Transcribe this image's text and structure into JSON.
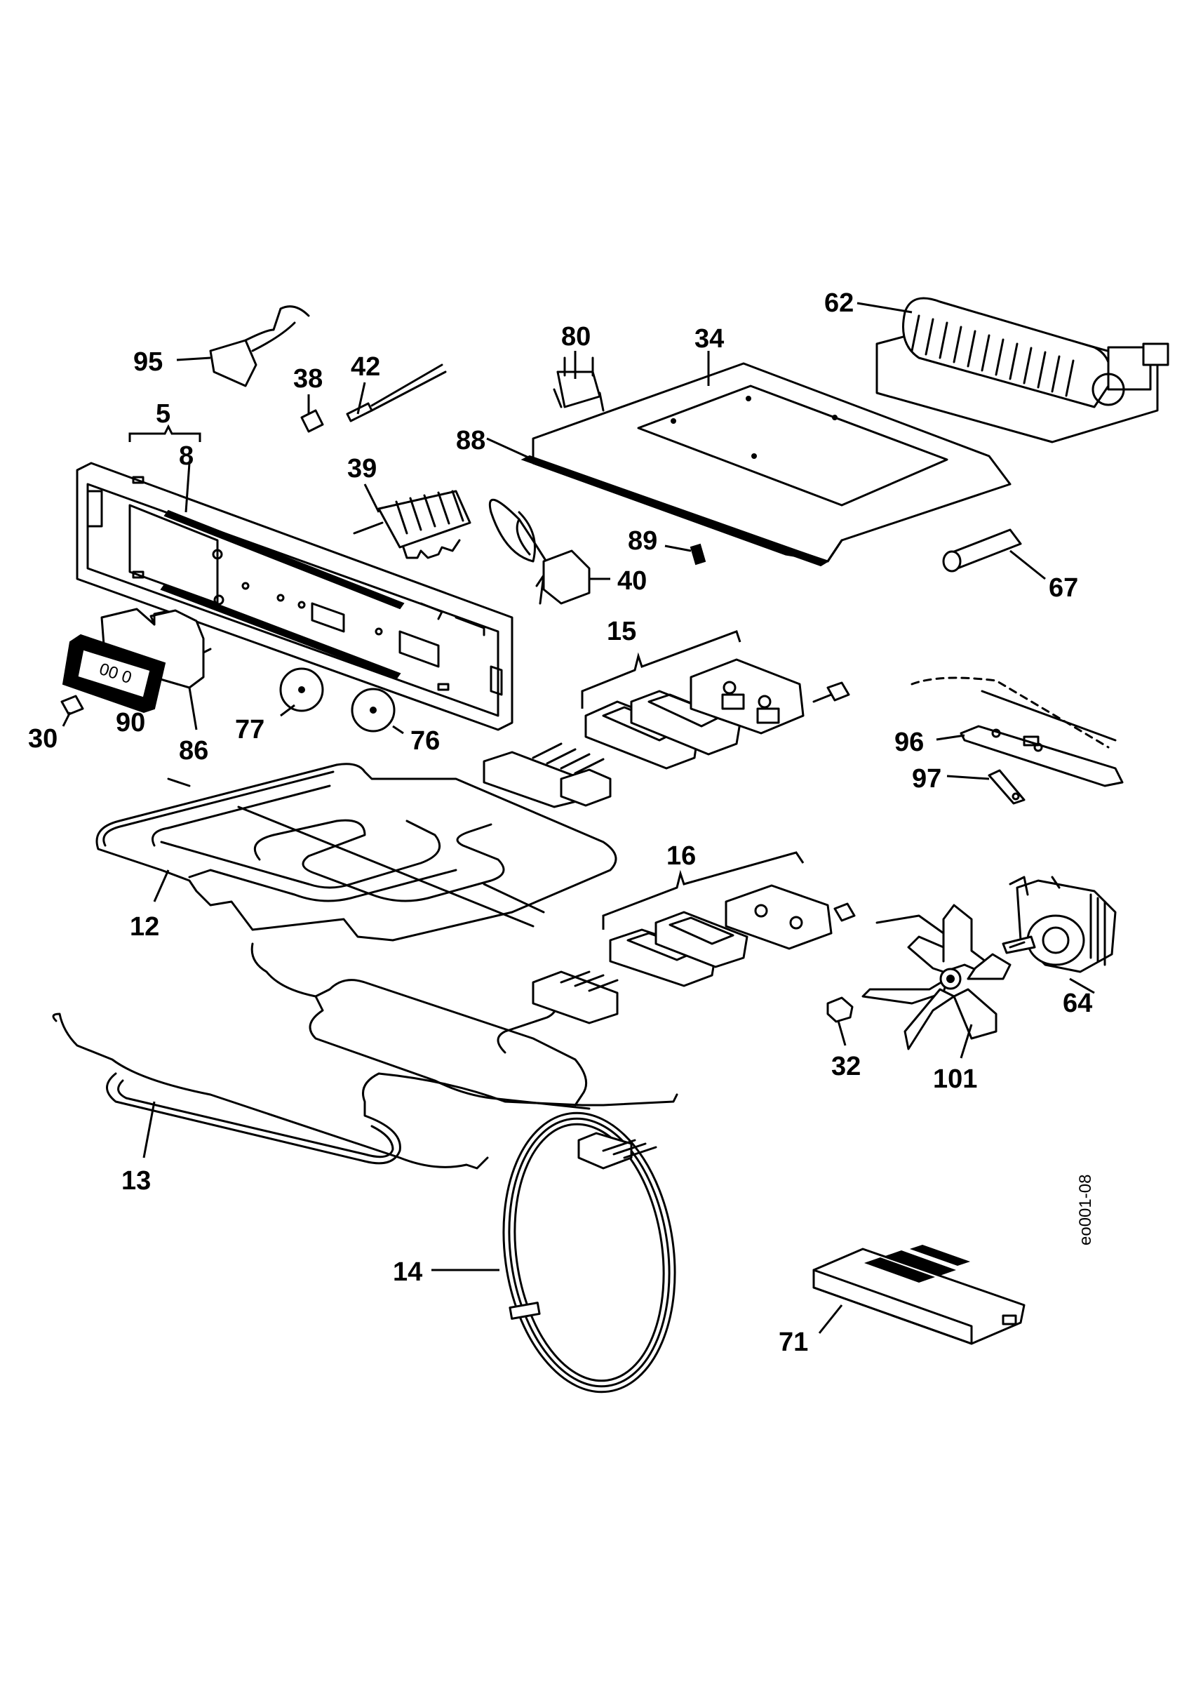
{
  "labels": {
    "p95": "95",
    "p38": "38",
    "p42": "42",
    "p80": "80",
    "p34": "34",
    "p62": "62",
    "p5": "5",
    "p8": "8",
    "p39": "39",
    "p88": "88",
    "p89": "89",
    "p40": "40",
    "p67": "67",
    "p15": "15",
    "p30": "30",
    "p90": "90",
    "p86": "86",
    "p77": "77",
    "p76": "76",
    "p96": "96",
    "p97": "97",
    "p12": "12",
    "p16": "16",
    "p64": "64",
    "p32": "32",
    "p101": "101",
    "p13": "13",
    "p14": "14",
    "p71": "71"
  },
  "drawing_ref": "eo001-08",
  "colors": {
    "line": "#000000",
    "background": "#ffffff"
  }
}
